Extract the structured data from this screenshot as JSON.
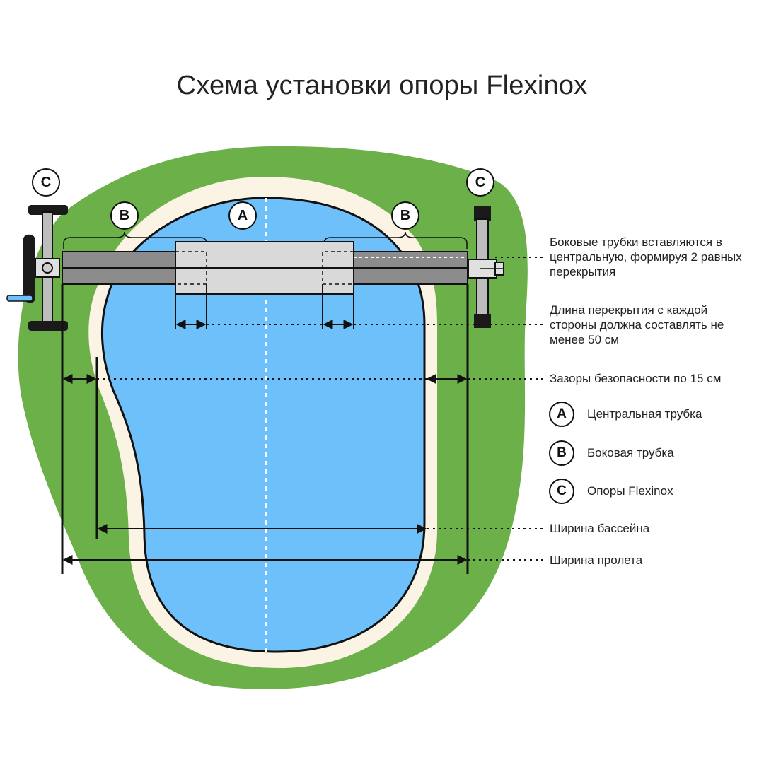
{
  "title": "Схема установки опоры Flexinox",
  "notes": {
    "overlap_formation": "Боковые трубки вставляются в центральную, формируя 2 равных перекрытия",
    "overlap_length": "Длина перекрытия с каждой стороны должна составлять не менее 50 см",
    "safety_gaps": "Зазоры безопасности по 15 см",
    "pool_width": "Ширина бассейна",
    "span_width": "Ширина пролета"
  },
  "legend": [
    {
      "letter": "A",
      "label": "Центральная трубка"
    },
    {
      "letter": "B",
      "label": "Боковая трубка"
    },
    {
      "letter": "C",
      "label": "Опоры Flexinox"
    }
  ],
  "badges": {
    "center_tube": "A",
    "side_tube": "B",
    "support": "C"
  },
  "colors": {
    "grass": "#6cb04a",
    "pool_border": "#fbf3e3",
    "water": "#6ec0fa",
    "side_tube": "#8c8c8c",
    "center_tube": "#d9d9d9",
    "outline": "#111111"
  }
}
